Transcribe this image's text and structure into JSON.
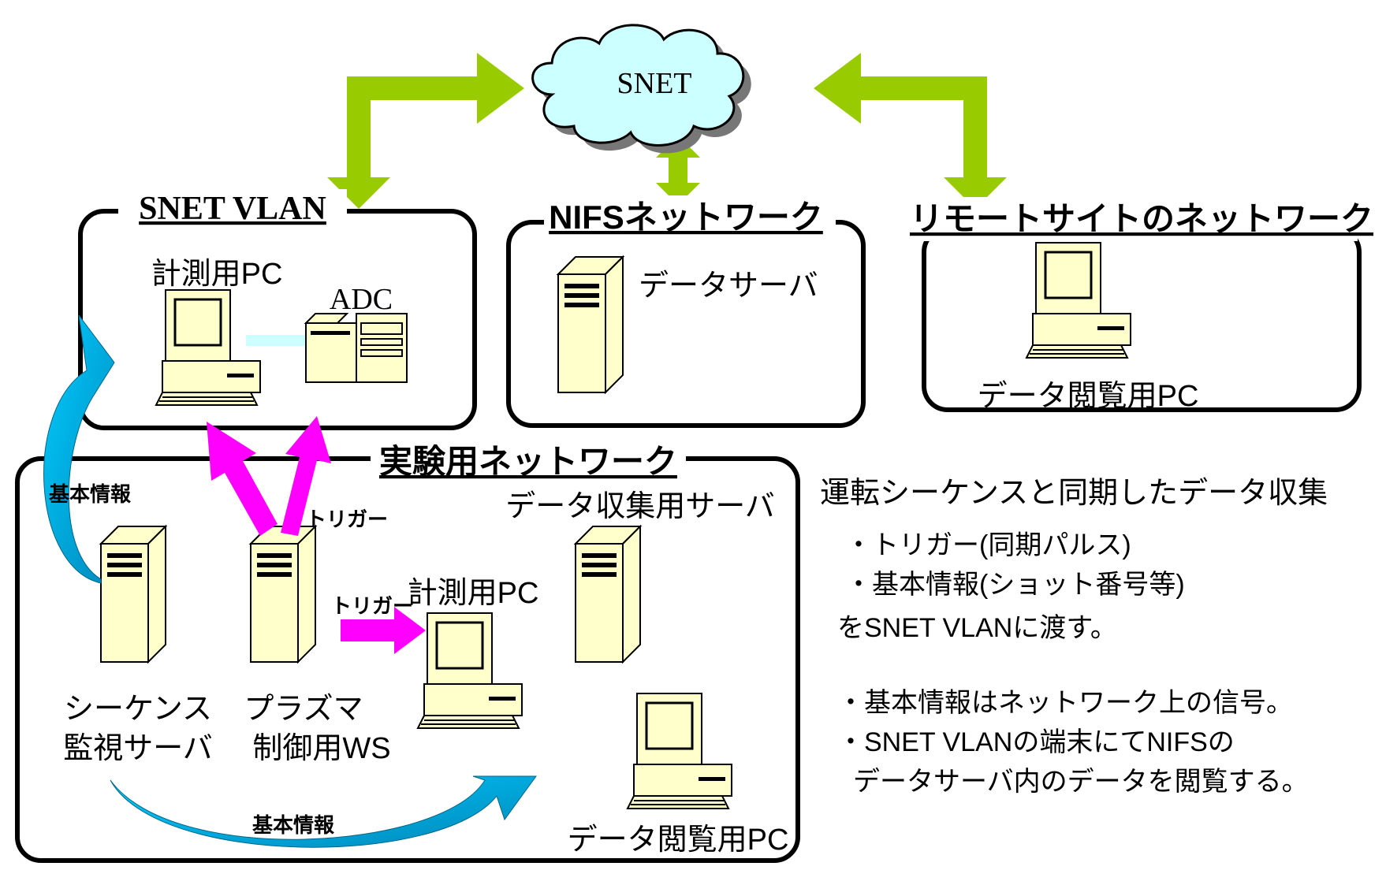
{
  "cloud": {
    "label": "SNET"
  },
  "zones": {
    "snet_vlan": {
      "title": "SNET VLAN",
      "pc_label": "計測用PC",
      "adc_label": "ADC"
    },
    "nifs": {
      "title": "NIFSネットワーク",
      "server_label": "データサーバ"
    },
    "remote": {
      "title": "リモートサイトのネットワーク",
      "pc_label": "データ閲覧用PC"
    },
    "experiment": {
      "title": "実験用ネットワーク",
      "seq_server_label_1": "シーケンス",
      "seq_server_label_2": "監視サーバ",
      "plasma_ws_label_1": "プラズマ",
      "plasma_ws_label_2": "制御用WS",
      "meas_pc_label": "計測用PC",
      "collect_server_label": "データ収集用サーバ",
      "view_pc_label": "データ閲覧用PC"
    }
  },
  "arrow_labels": {
    "basic_info_left": "基本情報",
    "trigger_up": "トリガー",
    "trigger_right": "トリガー",
    "basic_info_bottom": "基本情報"
  },
  "notes": {
    "heading": "運転シーケンスと同期したデータ収集",
    "item1": "・トリガー(同期パルス)",
    "item2": "・基本情報(ショット番号等)",
    "line3": "をSNET VLANに渡す。",
    "item4": "・基本情報はネットワーク上の信号。",
    "item5": "・SNET VLANの端末にてNIFSの",
    "line6": "データサーバ内のデータを閲覧する。"
  },
  "colors": {
    "green_arrow": "#99cc00",
    "magenta_arrow": "#ff00ff",
    "blue_arrow": "#00ccff",
    "cloud_fill": "#ccffff",
    "device_fill": "#ffffcc"
  }
}
